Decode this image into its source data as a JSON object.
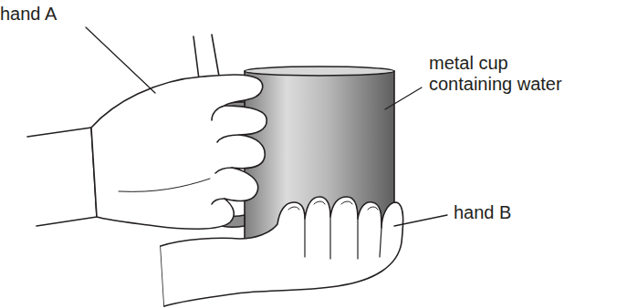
{
  "diagram": {
    "labels": [
      "hand A",
      "metal cup containing water",
      "hand B"
    ]
  }
}
